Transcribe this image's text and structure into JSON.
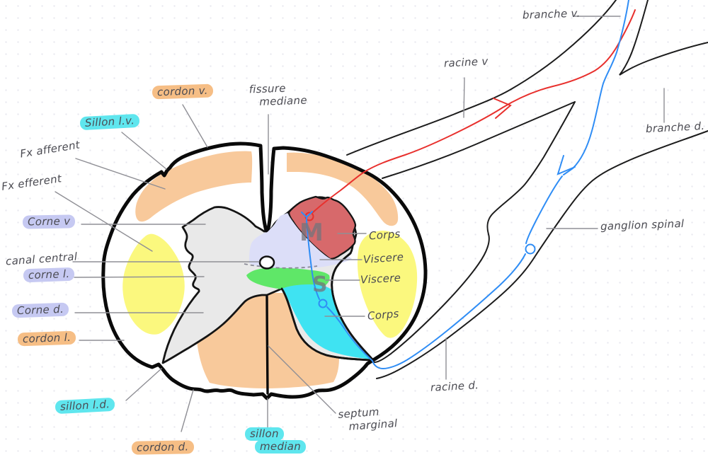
{
  "labels": {
    "cordon_v": "cordon v.",
    "sillon_lv": "Sillon l.v.",
    "fx_afferent": "Fx afferent",
    "fx_efferent": "Fx efferent",
    "corne_v": "Corne v",
    "canal_central": "canal central",
    "corne_l": "corne l.",
    "corne_d": "Corne d.",
    "cordon_l": "cordon l.",
    "sillon_ld": "sillon l.d.",
    "cordon_d": "cordon d.",
    "sillon_median_1": "sillon",
    "sillon_median_2": "median",
    "septum_marginal_1": "septum",
    "septum_marginal_2": "marginal",
    "fissure_mediane_1": "fissure",
    "fissure_mediane_2": "mediane",
    "branche_v": "branche v.",
    "racine_v": "racine v",
    "branche_d": "branche d.",
    "ganglion_spinal": "ganglion spinal",
    "racine_d": "racine d.",
    "corps_top": "Corps",
    "viscere_top": "Viscere",
    "viscere_bottom": "Viscere",
    "corps_bottom": "Corps",
    "letter_m": "M",
    "letter_s": "S"
  },
  "colors": {
    "highlight_orange": "#f6be85",
    "highlight_cyan": "#5fe6ee",
    "highlight_lavender": "#c6c9f2",
    "region_orange": "#f8c99b",
    "region_yellow": "#fbf87e",
    "region_gray": "#e9e9e9",
    "region_red": "#d7696b",
    "region_lavender": "#dcdef8",
    "region_green": "#5fe768",
    "region_cyan": "#3fe3f2",
    "ink_black": "#111111",
    "line_red": "#e8302d",
    "line_blue": "#2f8df5",
    "leader_gray": "#8f8f95",
    "text_gray": "#4b4b52"
  }
}
